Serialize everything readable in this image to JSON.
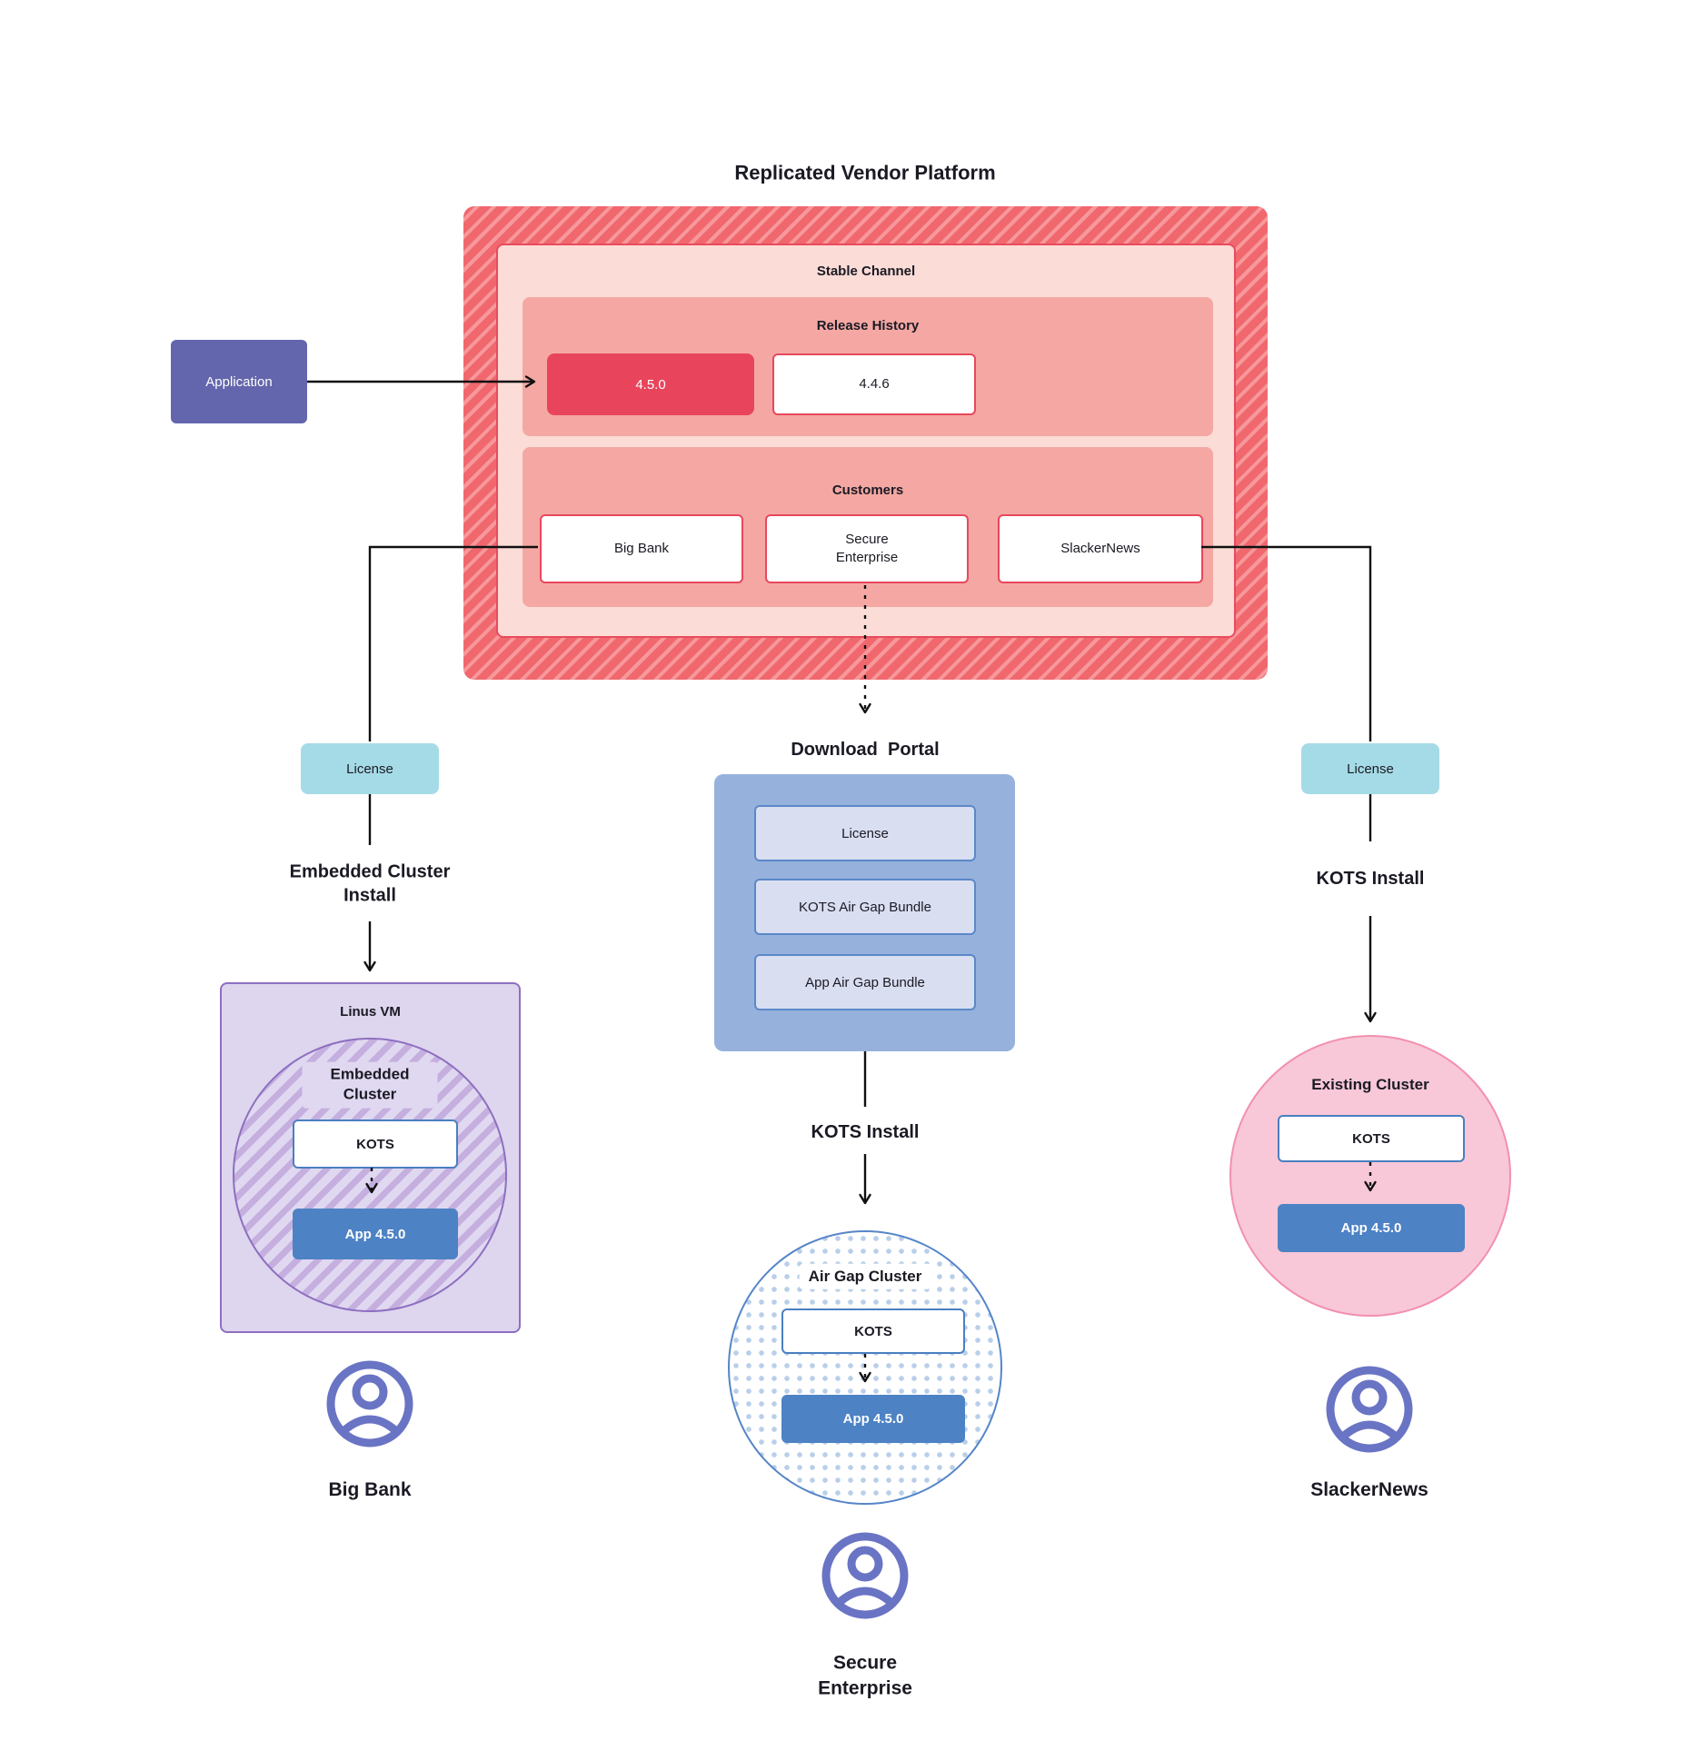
{
  "title": "Replicated Vendor Platform",
  "colors": {
    "hatch_red_dark": "#f0686e",
    "hatch_red_light": "#f7989a",
    "channel_bg": "#fbdcd7",
    "channel_border": "#ea4a5e",
    "section_bg": "#f5a8a3",
    "release_current_bg": "#e8455c",
    "white_box_border": "#e8475c",
    "application_bg": "#6366ac",
    "license_bg": "#a5dbe6",
    "portal_bg": "#97b1dd",
    "portal_item_bg": "#dadef1",
    "portal_item_border": "#5b88c9",
    "vm_bg": "#ded5ee",
    "vm_border": "#8d6fc0",
    "vm_hatch_stripe": "#c4afdf",
    "kots_border": "#4a7fc1",
    "app_box_bg": "#4d82c4",
    "airgap_border": "#5585c8",
    "airgap_dot": "#b9cfe9",
    "existing_bg": "#f8c8d8",
    "existing_border": "#f290ad",
    "user_icon": "#6a74c4",
    "line": "#101010",
    "text": "#1a1a24"
  },
  "icons": [
    {
      "name": "user-icon",
      "meaning": "customer user avatar (circle with head and shoulders)"
    }
  ],
  "application_label": "Application",
  "platform": {
    "stable_channel_label": "Stable Channel",
    "release_history": {
      "label": "Release History",
      "releases": [
        {
          "version": "4.5.0",
          "current": true
        },
        {
          "version": "4.4.6",
          "current": false
        }
      ]
    },
    "customers": {
      "label": "Customers",
      "items": [
        {
          "name": "Big Bank"
        },
        {
          "name": "Secure\nEnterprise"
        },
        {
          "name": "SlackerNews"
        }
      ]
    }
  },
  "download_portal": {
    "label": "Download  Portal",
    "items": [
      {
        "name": "License"
      },
      {
        "name": "KOTS Air Gap Bundle"
      },
      {
        "name": "App Air Gap Bundle"
      }
    ]
  },
  "branches": {
    "left": {
      "license_label": "License",
      "install_label": "Embedded Cluster\nInstall",
      "vm_label": "Linus VM",
      "cluster_label": "Embedded Cluster",
      "kots_label": "KOTS",
      "app_label": "App 4.5.0",
      "user_label": "Big Bank"
    },
    "middle": {
      "install_label": "KOTS Install",
      "cluster_label": "Air Gap Cluster",
      "kots_label": "KOTS",
      "app_label": "App 4.5.0",
      "user_label": "Secure\nEnterprise"
    },
    "right": {
      "license_label": "License",
      "install_label": "KOTS Install",
      "cluster_label": "Existing Cluster",
      "kots_label": "KOTS",
      "app_label": "App 4.5.0",
      "user_label": "SlackerNews"
    }
  }
}
